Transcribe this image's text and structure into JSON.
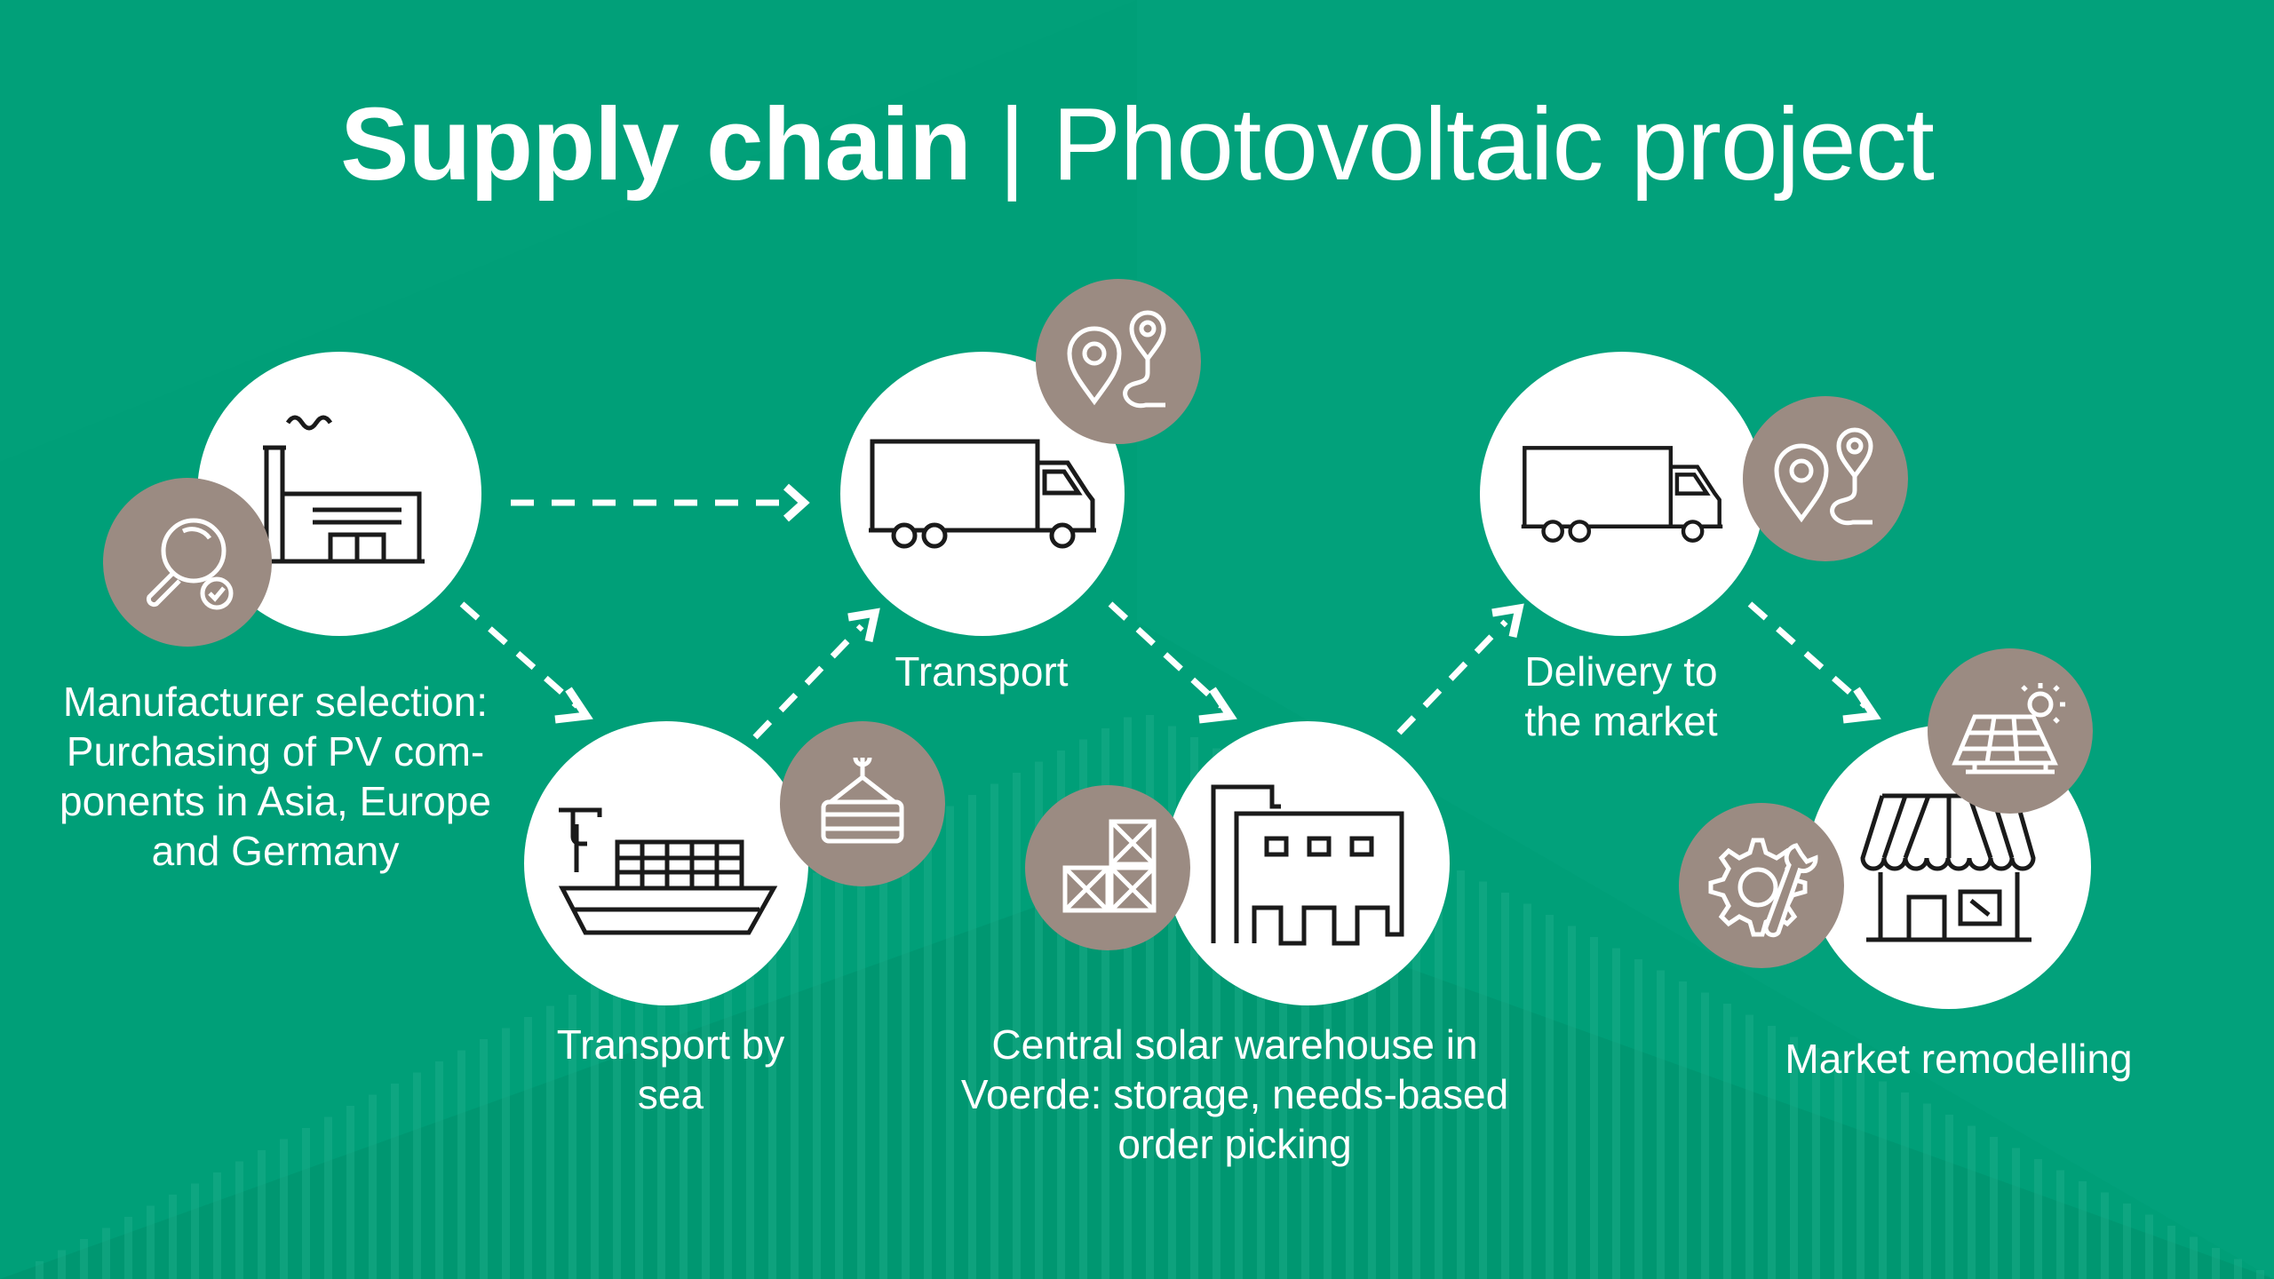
{
  "title": {
    "bold": "Supply chain",
    "separator": " | ",
    "light": "Photovoltaic project"
  },
  "colors": {
    "background": "#009f78",
    "background_dark": "#008f6b",
    "circle": "#ffffff",
    "badge": "#9b8b82",
    "ink": "#1a1a1a"
  },
  "steps": [
    {
      "id": "manufacturer",
      "icon": "factory-icon",
      "badge_icon": "magnifier-check-icon",
      "label_lines": [
        "Manufacturer selection:",
        "Purchasing of PV com-",
        "ponents in Asia, Europe",
        "and Germany"
      ]
    },
    {
      "id": "transport-sea",
      "icon": "cargo-ship-icon",
      "badge_icon": "crane-container-icon",
      "label_lines": [
        "Transport by",
        "sea"
      ]
    },
    {
      "id": "transport",
      "icon": "truck-icon",
      "badge_icon": "route-pins-icon",
      "label_lines": [
        "Transport"
      ]
    },
    {
      "id": "warehouse",
      "icon": "warehouse-icon",
      "badge_icon": "stacked-crates-icon",
      "label_lines": [
        "Central solar warehouse in",
        "Voerde: storage, needs-based",
        "order picking"
      ]
    },
    {
      "id": "delivery",
      "icon": "truck-icon",
      "badge_icon": "route-pins-icon",
      "label_lines": [
        "Delivery to",
        "the market"
      ]
    },
    {
      "id": "market",
      "icon": "market-awning-icon",
      "badge_icon": "solar-panel-sun-icon",
      "badge2_icon": "gear-wrench-icon",
      "label_lines": [
        "Market remodelling"
      ]
    }
  ]
}
